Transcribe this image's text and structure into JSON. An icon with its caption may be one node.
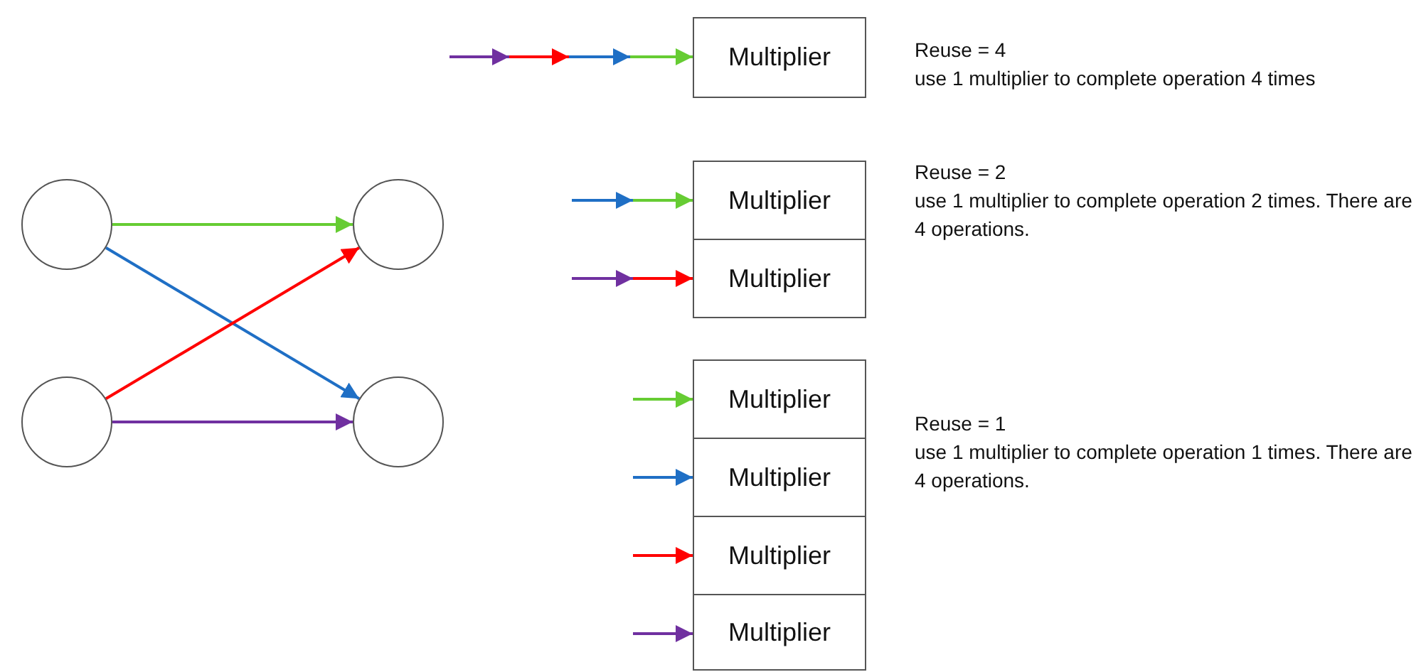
{
  "diagram": {
    "nodes": [
      {
        "text": [],
        "shape": "circle"
      },
      {
        "text": [],
        "shape": "circle"
      },
      {
        "text": [],
        "shape": "circle"
      },
      {
        "text": [],
        "shape": "circle"
      },
      {
        "text": [
          "Multiplier"
        ]
      },
      {
        "text": [
          "Multiplier"
        ]
      },
      {
        "text": [
          "Multiplier"
        ]
      },
      {
        "text": [
          "Multiplier"
        ]
      },
      {
        "text": [
          "Multiplier"
        ]
      },
      {
        "text": [
          "Multiplier"
        ]
      },
      {
        "text": [
          "Multiplier"
        ]
      }
    ],
    "edges": [
      {
        "from": 0,
        "to": 2,
        "arrow": "to",
        "color": "#66cc33"
      },
      {
        "from": 0,
        "to": 3,
        "arrow": "to",
        "color": "#1f6fc5"
      },
      {
        "from": 1,
        "to": 2,
        "arrow": "to",
        "color": "#ff0000"
      },
      {
        "from": 1,
        "to": 3,
        "arrow": "to",
        "color": "#7030a0"
      },
      {
        "from": null,
        "to": 4,
        "arrow": "to",
        "color": "#66cc33"
      },
      {
        "from": null,
        "to": 5,
        "arrow": "to",
        "color": "#66cc33"
      },
      {
        "from": null,
        "to": 6,
        "arrow": "to",
        "color": "#ff0000"
      },
      {
        "from": null,
        "to": 7,
        "arrow": "to",
        "color": "#66cc33"
      },
      {
        "from": null,
        "to": 8,
        "arrow": "to",
        "color": "#1f6fc5"
      },
      {
        "from": null,
        "to": 9,
        "arrow": "to",
        "color": "#ff0000"
      },
      {
        "from": null,
        "to": 10,
        "arrow": "to",
        "color": "#7030a0"
      }
    ],
    "labels": [
      "Reuse = 4",
      "use 1 multiplier to complete operation 4 times",
      "Reuse = 2",
      "use 1 multiplier to complete operation 2 times. There are 4 operations.",
      "Reuse = 1",
      "use 1 multiplier to complete operation 1 times. There are 4 operations."
    ]
  }
}
